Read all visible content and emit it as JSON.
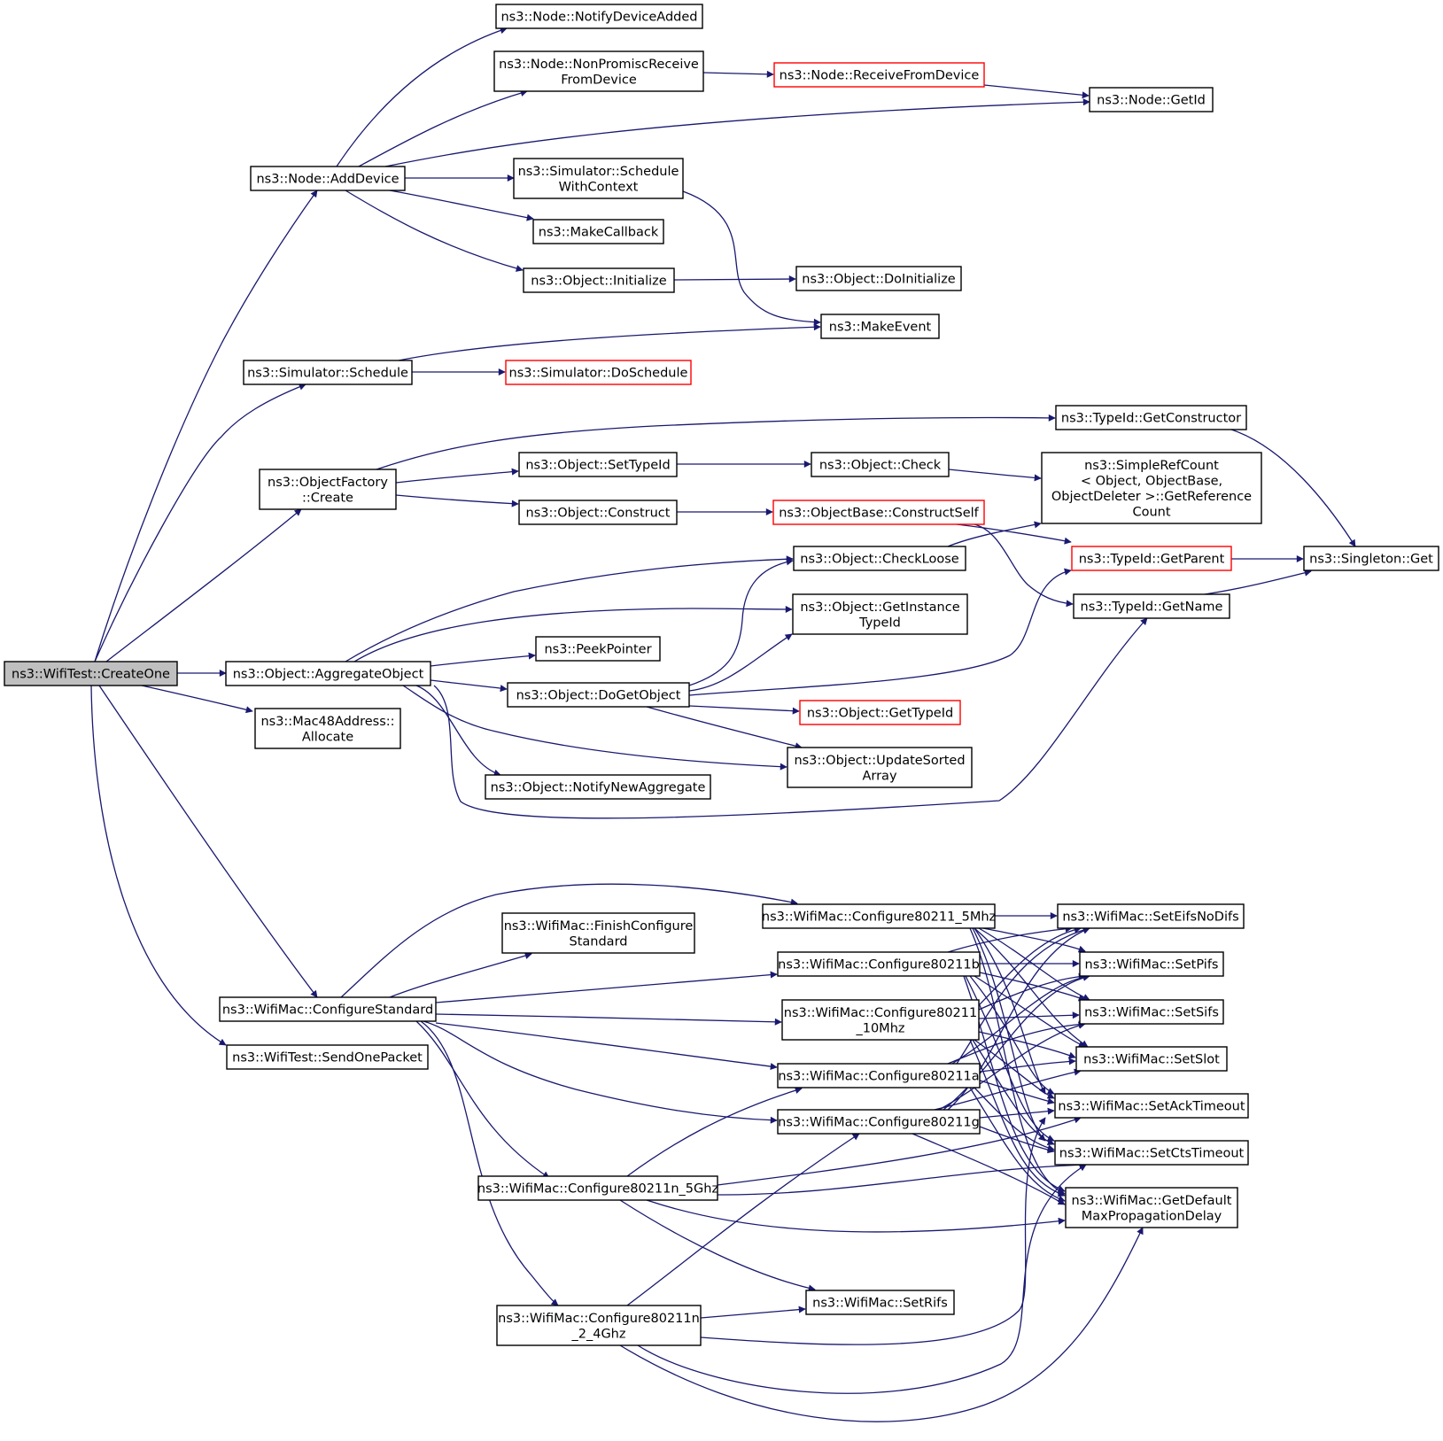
{
  "colors": {
    "edge": "#191970",
    "node_border": "#000000",
    "node_border_red": "#ff0000",
    "root_fill": "#bfbfbf",
    "background": "#ffffff"
  },
  "nodes": {
    "createone": {
      "lines": [
        "ns3::WifiTest::CreateOne"
      ],
      "root": true
    },
    "adddevice": {
      "lines": [
        "ns3::Node::AddDevice"
      ]
    },
    "schedule": {
      "lines": [
        "ns3::Simulator::Schedule"
      ]
    },
    "of_create": {
      "lines": [
        "ns3::ObjectFactory",
        "::Create"
      ]
    },
    "aggregate": {
      "lines": [
        "ns3::Object::AggregateObject"
      ]
    },
    "mac48": {
      "lines": [
        "ns3::Mac48Address::",
        "Allocate"
      ]
    },
    "configstd": {
      "lines": [
        "ns3::WifiMac::ConfigureStandard"
      ]
    },
    "sendone": {
      "lines": [
        "ns3::WifiTest::SendOnePacket"
      ]
    },
    "notifydev": {
      "lines": [
        "ns3::Node::NotifyDeviceAdded"
      ]
    },
    "nonpromisc": {
      "lines": [
        "ns3::Node::NonPromiscReceive",
        "FromDevice"
      ]
    },
    "schedctx": {
      "lines": [
        "ns3::Simulator::Schedule",
        "WithContext"
      ]
    },
    "makecb": {
      "lines": [
        "ns3::MakeCallback"
      ]
    },
    "initialize": {
      "lines": [
        "ns3::Object::Initialize"
      ]
    },
    "doschedule": {
      "lines": [
        "ns3::Simulator::DoSchedule"
      ],
      "red": true
    },
    "settypeid": {
      "lines": [
        "ns3::Object::SetTypeId"
      ]
    },
    "construct": {
      "lines": [
        "ns3::Object::Construct"
      ]
    },
    "peekptr": {
      "lines": [
        "ns3::PeekPointer"
      ]
    },
    "dogetobj": {
      "lines": [
        "ns3::Object::DoGetObject"
      ]
    },
    "notifynewagg": {
      "lines": [
        "ns3::Object::NotifyNewAggregate"
      ]
    },
    "finishcfg": {
      "lines": [
        "ns3::WifiMac::FinishConfigure",
        "Standard"
      ]
    },
    "cfg5mhz": {
      "lines": [
        "ns3::WifiMac::Configure80211_5Mhz"
      ]
    },
    "cfgb": {
      "lines": [
        "ns3::WifiMac::Configure80211b"
      ]
    },
    "cfg10mhz": {
      "lines": [
        "ns3::WifiMac::Configure80211",
        "_10Mhz"
      ]
    },
    "cfga": {
      "lines": [
        "ns3::WifiMac::Configure80211a"
      ]
    },
    "cfgg": {
      "lines": [
        "ns3::WifiMac::Configure80211g"
      ]
    },
    "cfgn5": {
      "lines": [
        "ns3::WifiMac::Configure80211n_5Ghz"
      ]
    },
    "cfgn24": {
      "lines": [
        "ns3::WifiMac::Configure80211n",
        "_2_4Ghz"
      ]
    },
    "receivefrom": {
      "lines": [
        "ns3::Node::ReceiveFromDevice"
      ],
      "red": true
    },
    "doinit": {
      "lines": [
        "ns3::Object::DoInitialize"
      ]
    },
    "makeevent": {
      "lines": [
        "ns3::MakeEvent"
      ]
    },
    "check": {
      "lines": [
        "ns3::Object::Check"
      ]
    },
    "constructself": {
      "lines": [
        "ns3::ObjectBase::ConstructSelf"
      ],
      "red": true
    },
    "checkloose": {
      "lines": [
        "ns3::Object::CheckLoose"
      ]
    },
    "getinsttid": {
      "lines": [
        "ns3::Object::GetInstance",
        "TypeId"
      ]
    },
    "gettypeid": {
      "lines": [
        "ns3::Object::GetTypeId"
      ],
      "red": true
    },
    "updatesorted": {
      "lines": [
        "ns3::Object::UpdateSorted",
        "Array"
      ]
    },
    "setrifs": {
      "lines": [
        "ns3::WifiMac::SetRifs"
      ]
    },
    "getid": {
      "lines": [
        "ns3::Node::GetId"
      ]
    },
    "getctor": {
      "lines": [
        "ns3::TypeId::GetConstructor"
      ]
    },
    "simplerefcount": {
      "lines": [
        "ns3::SimpleRefCount",
        "< Object, ObjectBase,",
        "ObjectDeleter >::GetReference",
        "Count"
      ]
    },
    "getparent": {
      "lines": [
        "ns3::TypeId::GetParent"
      ],
      "red": true
    },
    "getname": {
      "lines": [
        "ns3::TypeId::GetName"
      ]
    },
    "seteifs": {
      "lines": [
        "ns3::WifiMac::SetEifsNoDifs"
      ]
    },
    "setpifs": {
      "lines": [
        "ns3::WifiMac::SetPifs"
      ]
    },
    "setsifs": {
      "lines": [
        "ns3::WifiMac::SetSifs"
      ]
    },
    "setslot": {
      "lines": [
        "ns3::WifiMac::SetSlot"
      ]
    },
    "setack": {
      "lines": [
        "ns3::WifiMac::SetAckTimeout"
      ]
    },
    "setcts": {
      "lines": [
        "ns3::WifiMac::SetCtsTimeout"
      ]
    },
    "getdefmpd": {
      "lines": [
        "ns3::WifiMac::GetDefault",
        "MaxPropagationDelay"
      ]
    },
    "singleton": {
      "lines": [
        "ns3::Singleton::Get"
      ]
    }
  }
}
